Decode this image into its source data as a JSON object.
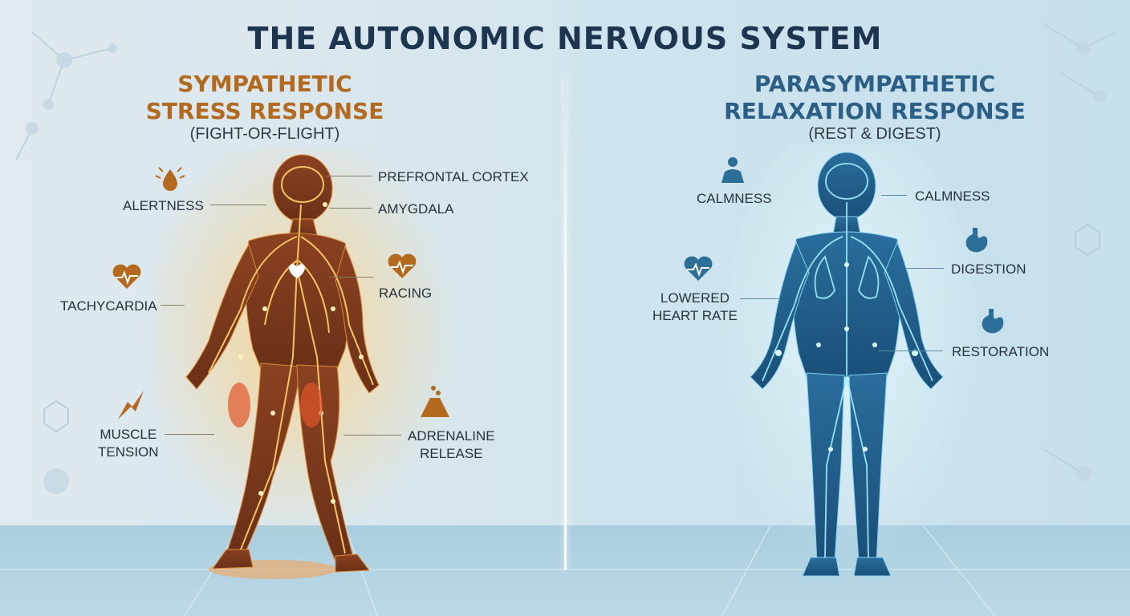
{
  "title": "THE AUTONOMIC NERVOUS SYSTEM",
  "sympathetic": {
    "heading_line1": "SYMPATHETIC",
    "heading_line2": "STRESS RESPONSE",
    "subtitle": "(FIGHT-OR-FLIGHT)",
    "labels": {
      "alertness": "ALERTNESS",
      "prefrontal_cortex": "PREFRONTAL CORTEX",
      "amygdala": "AMYGDALA",
      "tachycardia": "TACHYCARDIA",
      "racing": "RACING",
      "muscle_tension_1": "MUSCLE",
      "muscle_tension_2": "TENSION",
      "adrenaline_1": "ADRENALINE",
      "adrenaline_2": "RELEASE"
    }
  },
  "parasympathetic": {
    "heading_line1": "PARASYMPATHETIC",
    "heading_line2": "RELAXATION RESPONSE",
    "subtitle": "(REST & DIGEST)",
    "labels": {
      "calmness_left": "CALMNESS",
      "calmness_right": "CALMNESS",
      "digestion": "DIGESTION",
      "lowered_1": "LOWERED",
      "lowered_2": "HEART RATE",
      "restoration": "RESTORATION"
    }
  },
  "colors": {
    "sympathetic_accent": "#b36a1e",
    "parasympathetic_accent": "#2c5f85",
    "sympathetic_body": "#7a3a1c",
    "parasympathetic_body": "#1f5a86"
  }
}
